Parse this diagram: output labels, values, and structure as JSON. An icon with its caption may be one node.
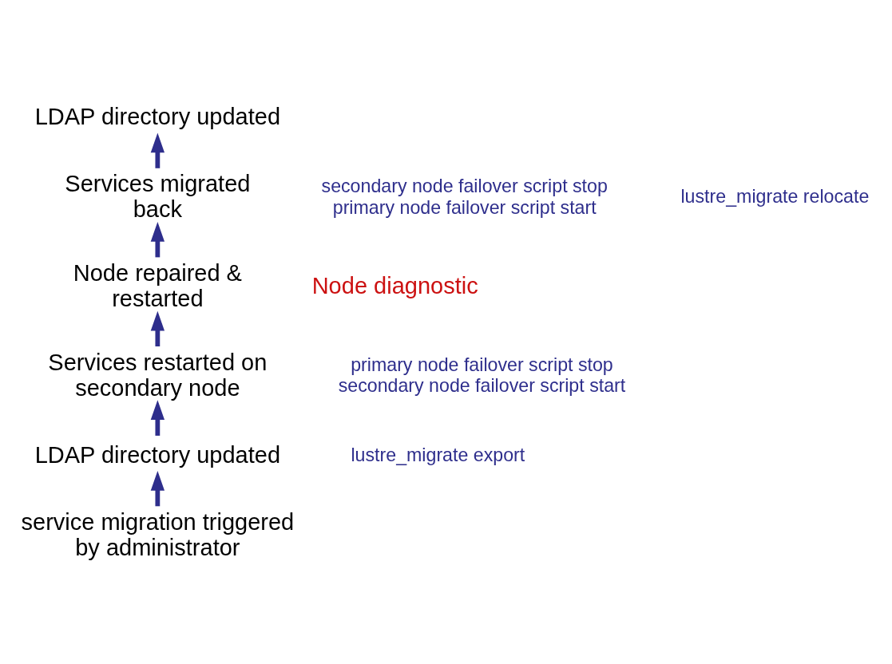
{
  "diagram": {
    "nodes": [
      {
        "text": [
          "service migration triggered by administrator"
        ]
      },
      {
        "text": [
          "LDAP directory updated"
        ]
      },
      {
        "text": [
          "Services restarted on secondary node"
        ]
      },
      {
        "text": [
          "Node repaired & restarted"
        ]
      },
      {
        "text": [
          "Services migrated back"
        ]
      },
      {
        "text": [
          "LDAP directory updated"
        ]
      }
    ],
    "edges": [
      {
        "from": 0,
        "to": 1,
        "arrow": "to"
      },
      {
        "from": 1,
        "to": 2,
        "arrow": "to"
      },
      {
        "from": 2,
        "to": 3,
        "arrow": "to"
      },
      {
        "from": 3,
        "to": 4,
        "arrow": "to"
      },
      {
        "from": 4,
        "to": 5,
        "arrow": "to"
      }
    ],
    "labels": [
      "secondary node failover script stop primary node failover script start",
      "lustre_migrate relocate",
      "Node diagnostic",
      "primary node failover script stop secondary node failover script start",
      "lustre_migrate export"
    ]
  }
}
